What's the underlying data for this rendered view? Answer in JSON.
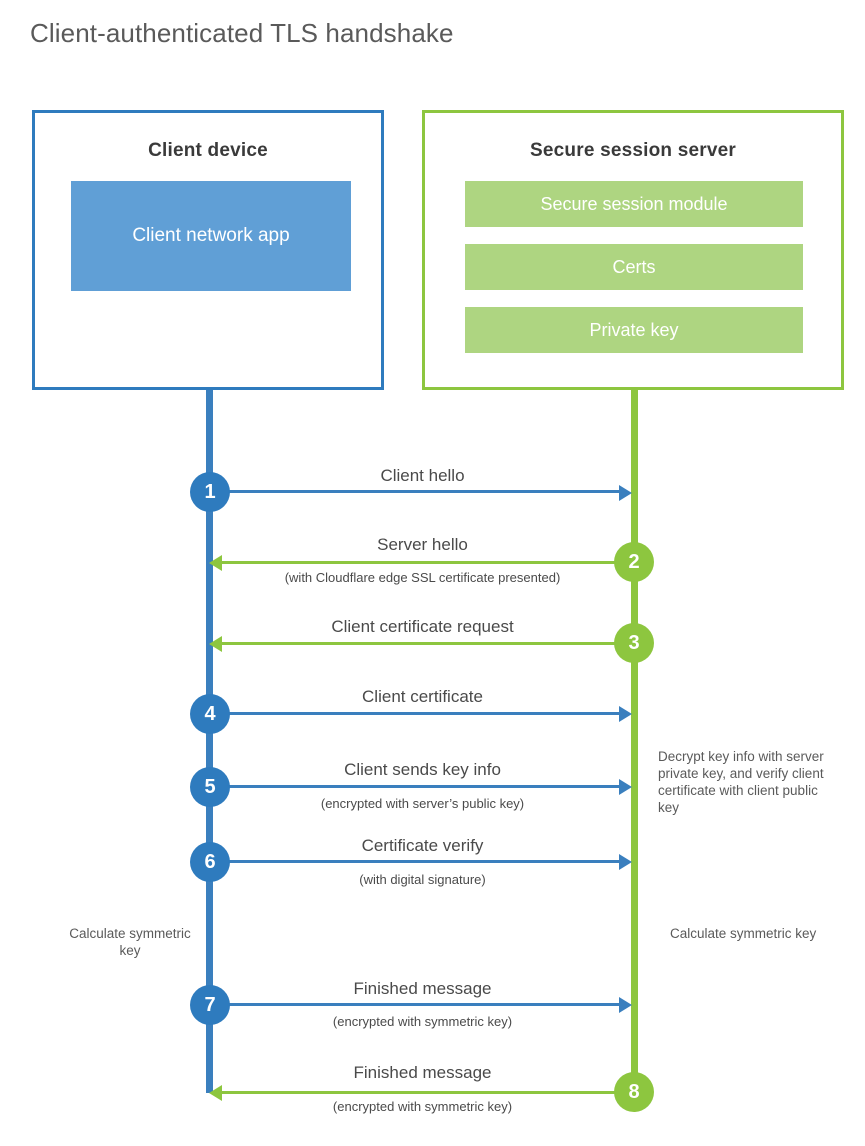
{
  "title": "Client-authenticated TLS handshake",
  "colors": {
    "blue_border": "#2E7BBE",
    "blue_fill": "#609FD6",
    "blue_line": "#3A7FBE",
    "green_border": "#8DC63F",
    "green_fill": "#AED581",
    "green_line": "#8DC63F",
    "text": "#4a4a4a",
    "background": "#FFFFFF"
  },
  "client": {
    "title": "Client device",
    "app_label": "Client network app",
    "note": "Calculate symmetric key"
  },
  "server": {
    "title": "Secure session server",
    "modules": [
      {
        "label": "Secure session module"
      },
      {
        "label": "Certs"
      },
      {
        "label": "Private key"
      }
    ],
    "note_decrypt": "Decrypt key info with server private key, and verify client certificate with client public key",
    "note_calculate": "Calculate symmetric key"
  },
  "steps": [
    {
      "number": "1",
      "label": "Client hello",
      "sub": "",
      "direction": "client-to-server",
      "side": "client"
    },
    {
      "number": "2",
      "label": "Server hello",
      "sub": "(with Cloudflare edge SSL certificate presented)",
      "direction": "server-to-client",
      "side": "server"
    },
    {
      "number": "3",
      "label": "Client certificate request",
      "sub": "",
      "direction": "server-to-client",
      "side": "server"
    },
    {
      "number": "4",
      "label": "Client certificate",
      "sub": "",
      "direction": "client-to-server",
      "side": "client"
    },
    {
      "number": "5",
      "label": "Client sends key info",
      "sub": "(encrypted with server’s public key)",
      "direction": "client-to-server",
      "side": "client"
    },
    {
      "number": "6",
      "label": "Certificate verify",
      "sub": "(with digital signature)",
      "direction": "client-to-server",
      "side": "client"
    },
    {
      "number": "7",
      "label": "Finished message",
      "sub": "(encrypted with symmetric key)",
      "direction": "client-to-server",
      "side": "client"
    },
    {
      "number": "8",
      "label": "Finished message",
      "sub": "(encrypted with symmetric key)",
      "direction": "server-to-client",
      "side": "server"
    }
  ]
}
